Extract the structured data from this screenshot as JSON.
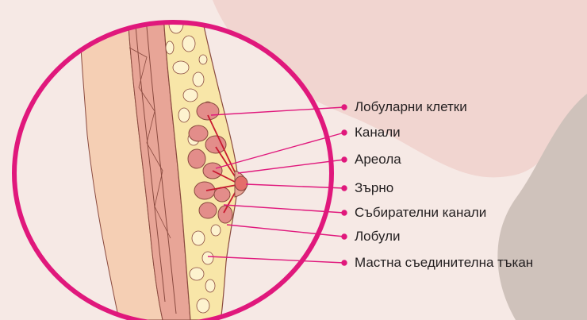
{
  "labels": {
    "lobular_cells": "Лобуларни клетки",
    "ducts": "Канали",
    "areola": "Ареола",
    "nipple": "Зърно",
    "collecting_ducts": "Събирателни канали",
    "lobules": "Лобули",
    "fatty_tissue": "Мастна съединителна тъкан"
  },
  "colors": {
    "background": "#f6e9e5",
    "accent": "#e0187c",
    "label_text": "#231f20",
    "fat": "#f8e6a8",
    "muscle": "#e8a597",
    "lobule": "#e38d8a",
    "nipple": "#e46e6b"
  }
}
